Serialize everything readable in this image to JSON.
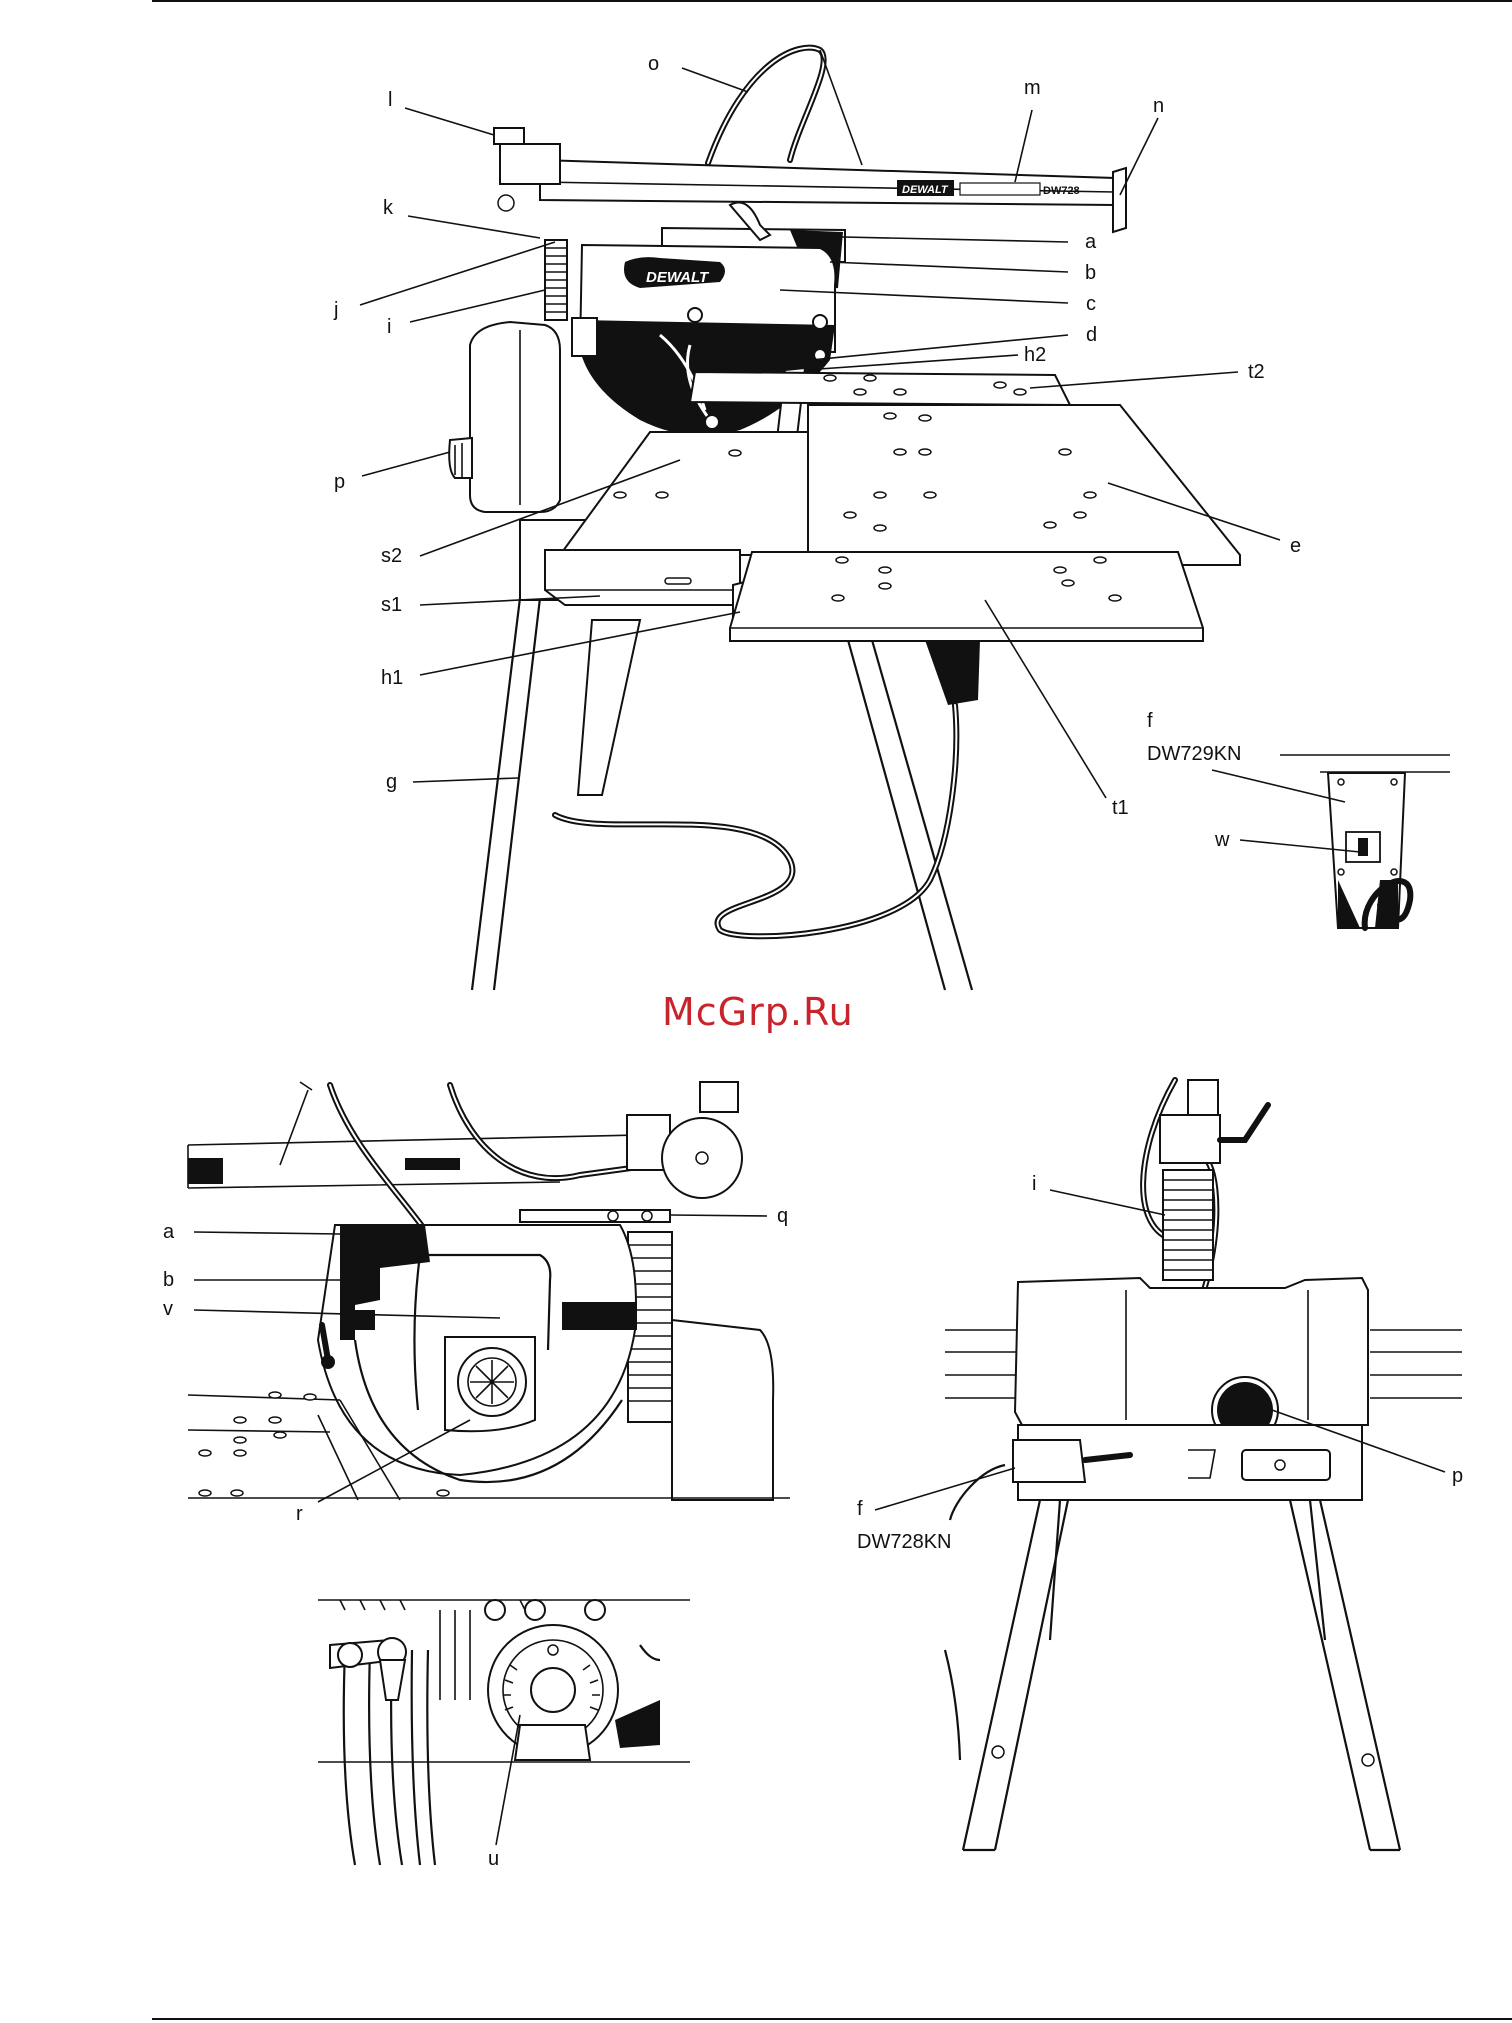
{
  "figure_main": {
    "labels": {
      "o": "o",
      "l": "l",
      "m": "m",
      "n": "n",
      "k": "k",
      "a": "a",
      "b": "b",
      "j": "j",
      "i": "i",
      "c": "c",
      "d": "d",
      "h2": "h2",
      "t2": "t2",
      "p": "p",
      "e": "e",
      "s2": "s2",
      "s1": "s1",
      "h1": "h1",
      "g": "g",
      "t1": "t1",
      "f": "f",
      "w": "w"
    },
    "arm_brand": "DEWALT",
    "arm_model": "DW728",
    "motor_brand": "DEWALT",
    "inset_model": "DW729KN"
  },
  "watermark": "McGrp.Ru",
  "figure_guard": {
    "labels": {
      "a": "a",
      "b": "b",
      "v": "v",
      "q": "q",
      "r": "r"
    }
  },
  "figure_column": {
    "labels": {
      "i": "i",
      "p": "p",
      "f": "f"
    },
    "model": "DW728KN"
  },
  "figure_scale": {
    "labels": {
      "u": "u"
    }
  }
}
